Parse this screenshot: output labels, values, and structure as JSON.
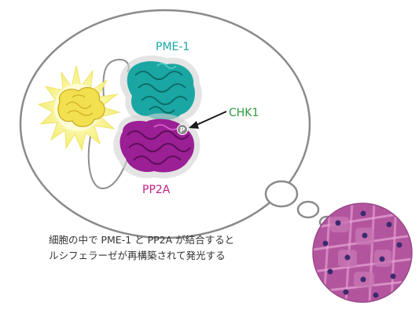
{
  "labels": {
    "pme1": "PME-1",
    "chk1": "CHK1",
    "pp2a": "PP2A",
    "phospho": "P"
  },
  "caption": {
    "line1": "細胞の中で PME-1 と PP2A が結合すると",
    "line2": "ルシフェラーゼが再構築されて発光する"
  },
  "colors": {
    "pme1": "#1aa7a3",
    "chk1": "#2e9a3e",
    "pp2a": "#c21e86",
    "luciferase": "#f3e04f",
    "glow": "#fbf7a6",
    "bubble_stroke": "#8a8a8a",
    "cell_bg": "#b0549c",
    "cell_nucleus": "#3c2a6e"
  },
  "icons": {
    "arrow": "arrow-left-icon",
    "phospho": "phospho-circle-icon",
    "glow": "starburst-icon"
  }
}
